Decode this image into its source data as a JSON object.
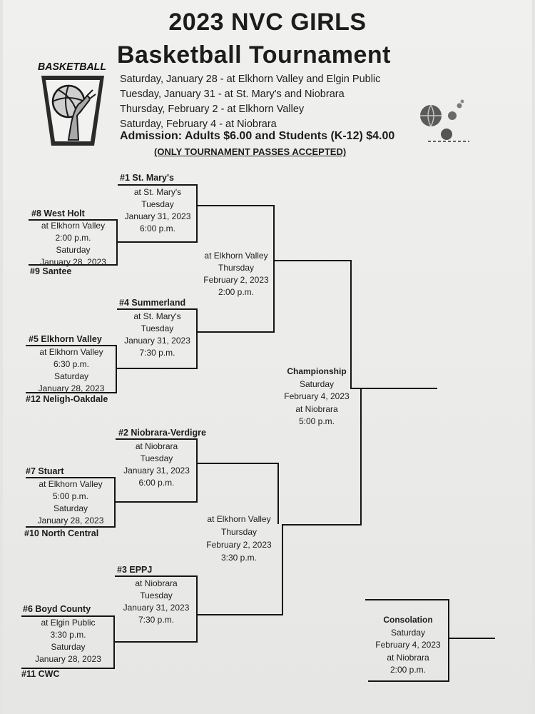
{
  "header": {
    "title_line1": "2023 NVC GIRLS",
    "title_line2": "Basketball Tournament",
    "logo_text": "BASKETBALL",
    "schedule": [
      "Saturday, January 28 - at Elkhorn Valley and Elgin Public",
      "Tuesday, January 31 - at St. Mary's and Niobrara",
      "Thursday, February 2 - at Elkhorn Valley",
      "Saturday, February 4 - at Niobrara"
    ],
    "admission": "Admission:  Adults $6.00 and Students (K-12) $4.00",
    "passes_note": "(ONLY TOURNAMENT PASSES ACCEPTED)"
  },
  "bracket": {
    "first_round": [
      {
        "top": "#8  West Holt",
        "bottom": "#9  Santee",
        "location": "at Elkhorn Valley",
        "time": "2:00 p.m.",
        "day": "Saturday",
        "date": "January 28, 2023"
      },
      {
        "top": "#5  Elkhorn Valley",
        "bottom": "#12  Neligh-Oakdale",
        "location": "at Elkhorn Valley",
        "time": "6:30 p.m.",
        "day": "Saturday",
        "date": "January 28, 2023"
      },
      {
        "top": "#7  Stuart",
        "bottom": "#10  North Central",
        "location": "at Elkhorn Valley",
        "time": "5:00 p.m.",
        "day": "Saturday",
        "date": "January 28, 2023"
      },
      {
        "top": "#6  Boyd County",
        "bottom": "#11  CWC",
        "location": "at Elgin Public",
        "time": "3:30 p.m.",
        "day": "Saturday",
        "date": "January 28, 2023"
      }
    ],
    "quarterfinals": [
      {
        "seed": "#1  St. Mary's",
        "location": "at St. Mary's",
        "day": "Tuesday",
        "date": "January 31, 2023",
        "time": "6:00 p.m."
      },
      {
        "seed": "#4  Summerland",
        "location": "at St. Mary's",
        "day": "Tuesday",
        "date": "January 31, 2023",
        "time": "7:30 p.m."
      },
      {
        "seed": "#2  Niobrara-Verdigre",
        "location": "at Niobrara",
        "day": "Tuesday",
        "date": "January 31, 2023",
        "time": "6:00 p.m."
      },
      {
        "seed": "#3  EPPJ",
        "location": "at Niobrara",
        "day": "Tuesday",
        "date": "January 31, 2023",
        "time": "7:30 p.m."
      }
    ],
    "semifinals": [
      {
        "location": "at Elkhorn Valley",
        "day": "Thursday",
        "date": "February 2, 2023",
        "time": "2:00 p.m."
      },
      {
        "location": "at Elkhorn Valley",
        "day": "Thursday",
        "date": "February 2, 2023",
        "time": "3:30 p.m."
      }
    ],
    "championship": {
      "label": "Championship",
      "day": "Saturday",
      "date": "February 4, 2023",
      "location": "at Niobrara",
      "time": "5:00 p.m."
    },
    "consolation": {
      "label": "Consolation",
      "day": "Saturday",
      "date": "February 4, 2023",
      "location": "at Niobrara",
      "time": "2:00 p.m."
    }
  }
}
